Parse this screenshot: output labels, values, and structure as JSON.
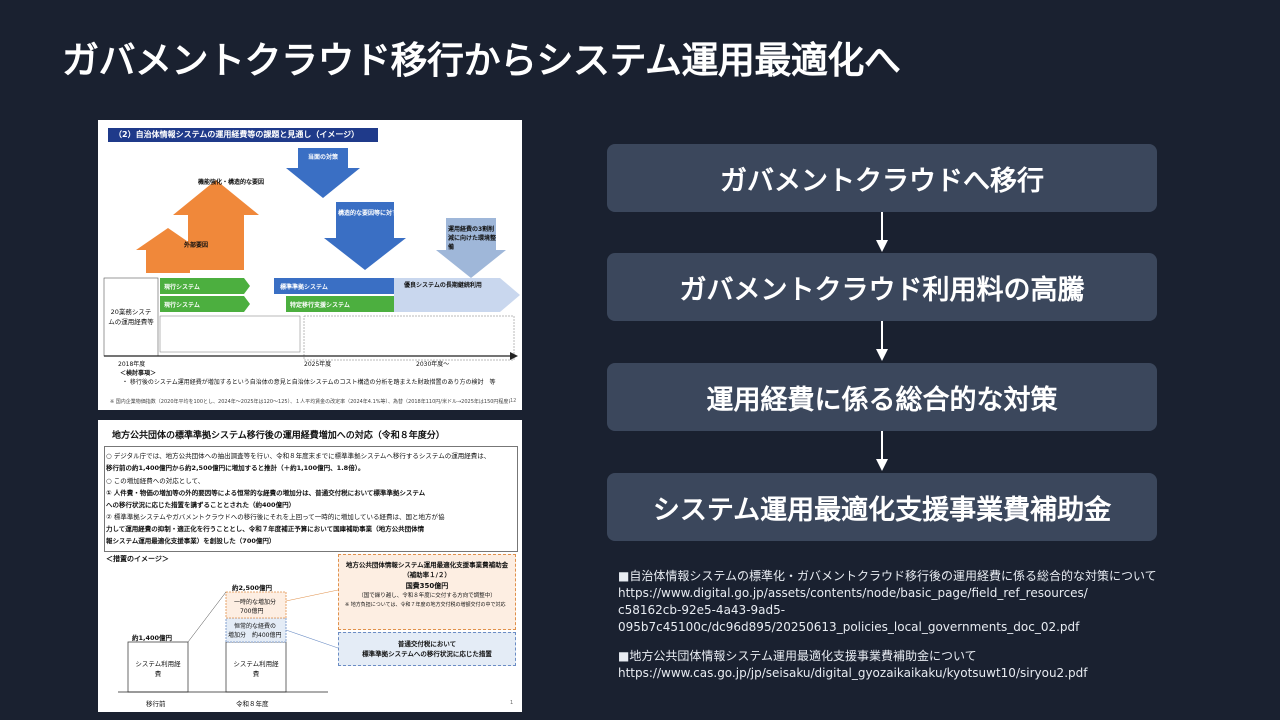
{
  "slide": {
    "title": "ガバメントクラウド移行からシステム運用最適化へ"
  },
  "doc1": {
    "header": "（2）自治体情報システムの運用経費等の課題と見通し（イメージ）",
    "labels": {
      "kyoka": "機能強化・構造的な要因",
      "gaibu": "外部要因",
      "toumen": "当面の対策",
      "kouzou": "構造的な要因等に対する対策",
      "unyou": "運用経費の3割削減に向けた環境整備",
      "genkou1": "現行システム",
      "hyojun": "標準準拠システム",
      "genkou2": "現行システム",
      "tokutei": "特定移行支援システム",
      "yuryo": "優良システムの長期継続利用",
      "rowlabel": "20業務システムの運用経費等",
      "y2018": "2018年度",
      "y2025": "2025年度",
      "y2030": "2030年度～",
      "kento": "＜検討事項＞",
      "kento_body": "・ 移行後のシステム運用経費が増加するという自治体の意見と自治体システムのコスト構造の分析を踏まえた財政措置のあり方の検討　等",
      "footnote": "※ 国内企業物価指数（2020年平均を100とし、2024年～2025年は120～125）、１人平均賃金の改定率（2024年4.1%等）、為替（2018年110円/米ドル→2025年は150円程度に）",
      "page": "12"
    }
  },
  "doc2": {
    "title": "地方公共団体の標準準拠システム移行後の運用経費増加への対応（令和８年度分）",
    "lines": [
      "○ デジタル庁では、地方公共団体への抽出調査等を行い、令和８年度末までに標準準拠システムへ移行するシステムの運用経費は、",
      "移行前の約1,400億円から約2,500億円に増加すると推計（＋約1,100億円、1.8倍）。",
      "○ この増加経費への対応として、",
      "① 人件費・物価の増加等の外的要因等による恒常的な経費の増加分は、普通交付税において標準準拠システム",
      "への移行状況に応じた措置を講ずることとされた（約400億円）",
      "② 標準準拠システムやガバメントクラウドへの移行後にそれを上回って一時的に増加している経費は、国と地方が協",
      "力して運用経費の抑制・適正化を行うこととし、令和７年度補正予算において国庫補助事業（地方公共団体情",
      "報システム運用最適化支援事業）を創設した（700億円）"
    ],
    "measure_title": "＜措置のイメージ＞",
    "subsidy_box": {
      "title": "地方公共団体情報システム運用最適化支援事業費補助金（補助率１/２）",
      "amount": "国費350億円",
      "note": "（国で繰り越し、令和８年度に交付する方向で調整中）",
      "note2": "※ 地方負担については、令和７年度の地方交付税の増額交付の中で対応"
    },
    "tax_box": {
      "title": "普通交付税において",
      "body": "標準準拠システムへの移行状況に応じた措置"
    },
    "chart": {
      "total_after": "約2,500億円",
      "total_before": "約1,400億円",
      "temp": "一時的な増加分",
      "temp_amount": "700億円",
      "perm": "恒常的な経費の",
      "perm_amount": "増加分　約400億円",
      "sys_before": "システム利用経費",
      "sys_after": "システム利用経費",
      "x_before": "移行前",
      "x_after": "令和８年度"
    },
    "page": "1"
  },
  "flow": {
    "steps": [
      "ガバメントクラウドへ移行",
      "ガバメントクラウド利用料の高騰",
      "運用経費に係る総合的な対策",
      "システム運用最適化支援事業費補助金"
    ]
  },
  "references": {
    "ref1_title": "■自治体情報システムの標準化・ガバメントクラウド移行後の運用経費に係る総合的な対策について",
    "ref1_url_1": "https://www.digital.go.jp/assets/contents/node/basic_page/field_ref_resources/",
    "ref1_url_2": "c58162cb-92e5-4a43-9ad5-",
    "ref1_url_3": "095b7c45100c/dc96d895/20250613_policies_local_governments_doc_02.pdf",
    "ref2_title": "■地方公共団体情報システム運用最適化支援事業費補助金について",
    "ref2_url": "https://www.cas.go.jp/jp/seisaku/digital_gyozaikaikaku/kyotsuwt10/siryou2.pdf"
  },
  "colors": {
    "background": "#1a2130",
    "flow_box": "#3b475c",
    "doc1_header": "#1f3a8a",
    "orange": "#f0883a",
    "blue": "#3a6fc4",
    "green": "#4caf3f"
  }
}
